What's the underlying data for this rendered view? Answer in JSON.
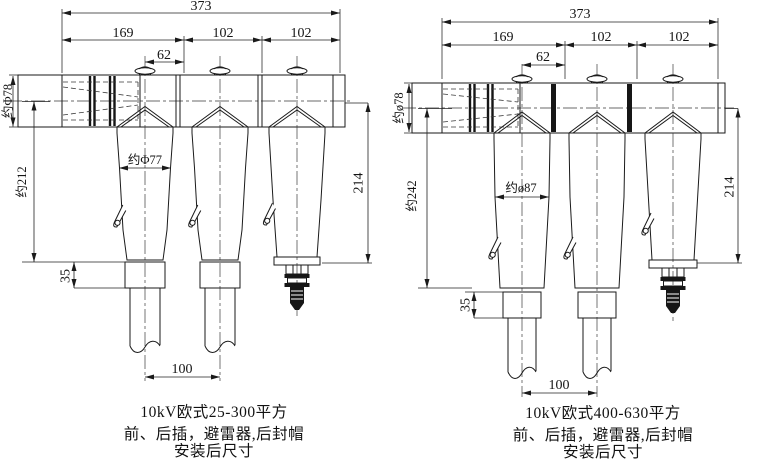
{
  "style": {
    "ink": "#1a1a1a",
    "paper": "#ffffff"
  },
  "drawings": [
    {
      "id": "left-25-300",
      "dimensions": {
        "overall_width": "373",
        "section_left": "169",
        "section_mid": "102",
        "section_right": "102",
        "tee_to_end": "62",
        "busbar_diameter": "约Φ78",
        "overall_height": "约212",
        "body_diameter": "约Φ77",
        "arrester_height": "214",
        "gland_height": "35",
        "phase_spacing": "100"
      },
      "caption_lines": [
        "10kV欧式25-300平方",
        "前、后插，避雷器,后封帽",
        "安装后尺寸"
      ]
    },
    {
      "id": "right-400-630",
      "dimensions": {
        "overall_width": "373",
        "section_left": "169",
        "section_mid": "102",
        "section_right": "102",
        "tee_to_end": "62",
        "busbar_diameter": "约ø78",
        "overall_height": "约242",
        "body_diameter": "约ø87",
        "arrester_height": "214",
        "gland_height": "35",
        "phase_spacing": "100"
      },
      "caption_lines": [
        "10kV欧式400-630平方",
        "前、后插，避雷器,后封帽",
        "安装后尺寸"
      ]
    }
  ]
}
